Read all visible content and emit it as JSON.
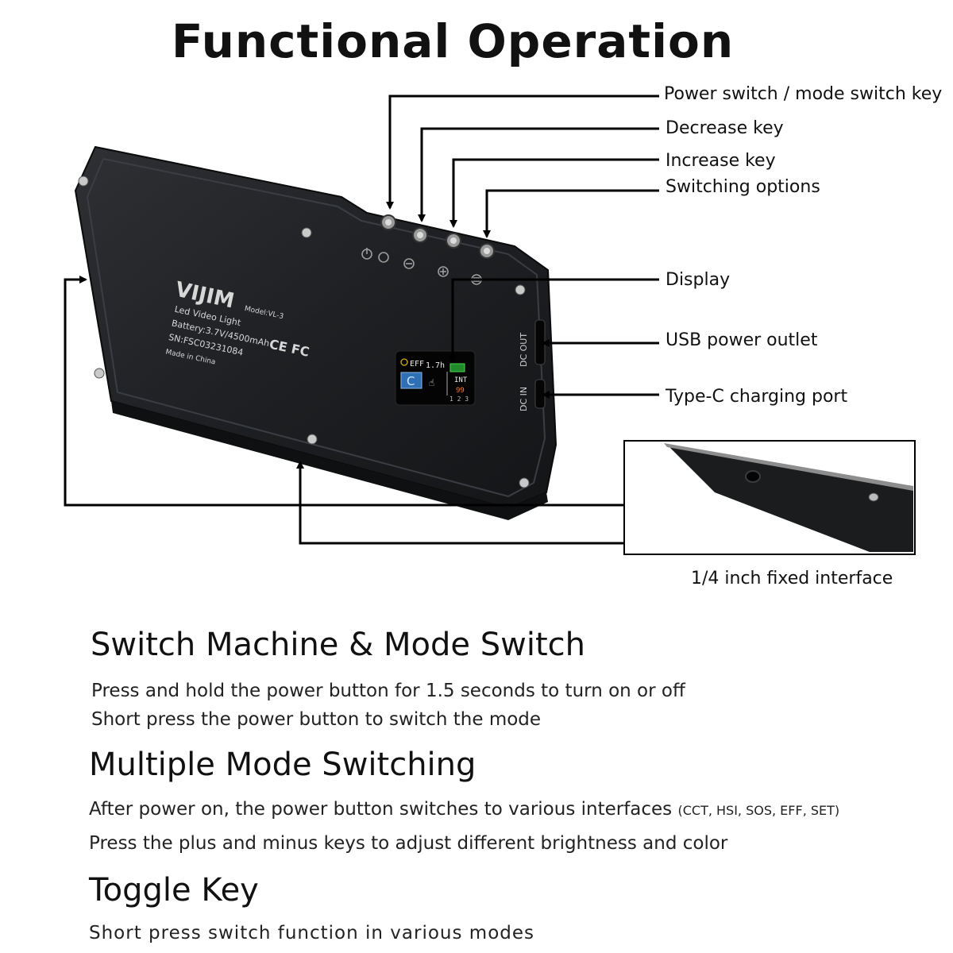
{
  "title": "Functional Operation",
  "callouts": {
    "power": "Power switch / mode switch key",
    "decrease": "Decrease key",
    "increase": "Increase key",
    "switching": "Switching options",
    "display": "Display",
    "usb": "USB power outlet",
    "typec": "Type-C charging port",
    "mount": "1/4 inch fixed interface"
  },
  "device": {
    "brand": "VIJIM",
    "model": "Model:VL-3",
    "line1": "Led Video Light",
    "line2": "Battery:3.7V/4500mAh",
    "line3": "SN:FSC03231084",
    "line4": "Made in China",
    "ce_fc": "CE FC",
    "dc_out": "DC OUT",
    "dc_in": "DC IN",
    "screen": {
      "mode": "EFF",
      "hours": "1.7h",
      "letter": "C",
      "int_label": "INT",
      "int_value": "99",
      "pages": "1 2 3"
    }
  },
  "sections": [
    {
      "heading": "Switch Machine & Mode Switch",
      "lines": [
        "Press and hold the power button for 1.5 seconds to turn on or off",
        "Short press the power button to switch the mode"
      ]
    },
    {
      "heading": "Multiple Mode Switching",
      "line1_main": "After power on, the power button switches to various interfaces",
      "line1_note": "(CCT, HSI, SOS, EFF, SET)",
      "line2": "Press the plus and minus keys to adjust different brightness and color"
    },
    {
      "heading": "Toggle Key",
      "lines": [
        "Short press switch function in various modes"
      ]
    }
  ]
}
